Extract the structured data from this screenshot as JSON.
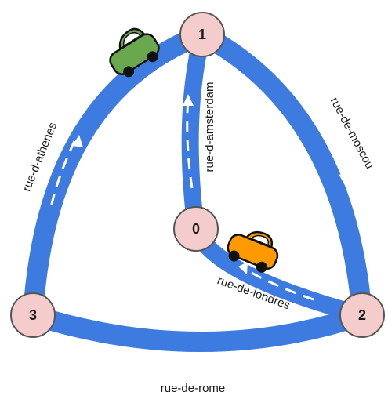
{
  "nodes": [
    {
      "id": "node-0",
      "label": "0"
    },
    {
      "id": "node-1",
      "label": "1"
    },
    {
      "id": "node-2",
      "label": "2"
    },
    {
      "id": "node-3",
      "label": "3"
    }
  ],
  "streets": {
    "amsterdam": "rue-d-amsterdam",
    "moscou": "rue-de-moscou",
    "athenes": "rue-d-athenes",
    "londres": "rue-de-londres",
    "rome": "rue-de-rome"
  },
  "colors": {
    "road": "#3d7be0",
    "node_fill": "#f4cccc",
    "node_stroke": "#555555",
    "dash": "#ffffff",
    "car_green": "#6aa84f",
    "car_orange": "#ff9900"
  },
  "cars": [
    {
      "id": "car-green",
      "color": "green"
    },
    {
      "id": "car-orange",
      "color": "orange"
    }
  ]
}
